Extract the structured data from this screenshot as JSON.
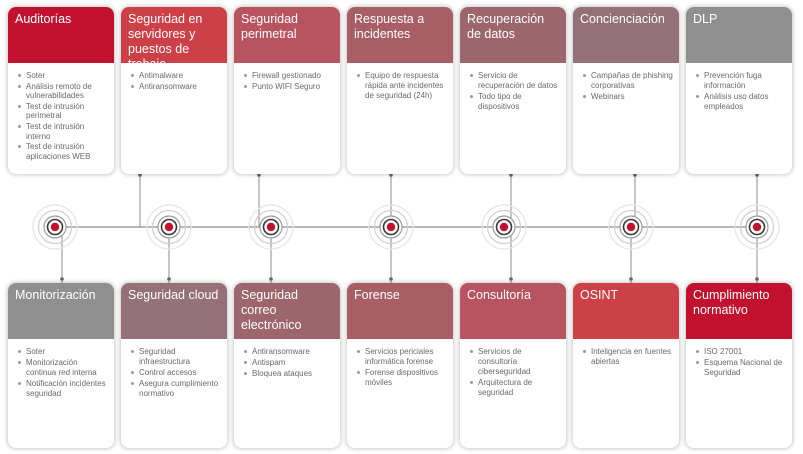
{
  "colors": {
    "red": "#c1112f",
    "deep_red": "#cd2b3a",
    "rose": "#b85360",
    "mauve": "#a16168",
    "dusty": "#946a70",
    "gray": "#8f8f8f",
    "line": "#8c8c8c",
    "ring": "#3a3a3a"
  },
  "top_cards": [
    {
      "title": "Auditorías",
      "color": "#c1112f",
      "items": [
        "Soter",
        "Análisis remoto de vulnerabilidades",
        "Test de intrusión perimetral",
        "Test de intrusión interno",
        "Test de intrusión aplicaciones WEB"
      ]
    },
    {
      "title": "Seguridad en servidores y puestos de trabajo",
      "color": "#cd4048",
      "items": [
        "Antimalware",
        "Antiransomware"
      ]
    },
    {
      "title": "Seguridad perimetral",
      "color": "#b85360",
      "items": [
        "Firewall gestionado",
        "Punto WIFI Seguro"
      ]
    },
    {
      "title": "Respuesta a incidentes",
      "color": "#a85e65",
      "items": [
        "Equipo de respuesta rápida ante incidentes de seguridad (24h)"
      ]
    },
    {
      "title": "Recuperación de datos",
      "color": "#9c666c",
      "items": [
        "Servicio de recuperación de datos",
        "Todo tipo de dispositivos"
      ]
    },
    {
      "title": "Concienciación",
      "color": "#947078",
      "items": [
        "Campañas de phishing corporativas",
        "Webinars"
      ]
    },
    {
      "title": "DLP",
      "color": "#8f8f8f",
      "items": [
        "Prevención fuga información",
        "Análisis uso datos empleados"
      ]
    }
  ],
  "bottom_cards": [
    {
      "title": "Monitorización",
      "color": "#8f8f8f",
      "items": [
        "Soter",
        "Monitorización continua red interna",
        "Notificación incidentes seguridad"
      ]
    },
    {
      "title": "Seguridad cloud",
      "color": "#947078",
      "items": [
        "Seguridad infraestructura",
        "Control accesos",
        "Asegura cumplimiento normativo"
      ]
    },
    {
      "title": "Seguridad correo electrónico",
      "color": "#9c666c",
      "items": [
        "Antiransomware",
        "Antispam",
        "Bloquea ataques"
      ]
    },
    {
      "title": "Forense",
      "color": "#a85e65",
      "items": [
        "Servicios periciales informática forense",
        "Forense dispositivos móviles"
      ]
    },
    {
      "title": "Consultoría",
      "color": "#b85360",
      "items": [
        "Servicios de consultoría ciberseguridad",
        "Arquitectura de seguridad"
      ]
    },
    {
      "title": "OSINT",
      "color": "#cd4048",
      "items": [
        "Inteligencia en fuentes abiertas"
      ]
    },
    {
      "title": "Cumplimiento normativo",
      "color": "#c1112f",
      "items": [
        "ISO 27001",
        "Esquema Nacional de Seguridad"
      ]
    }
  ]
}
